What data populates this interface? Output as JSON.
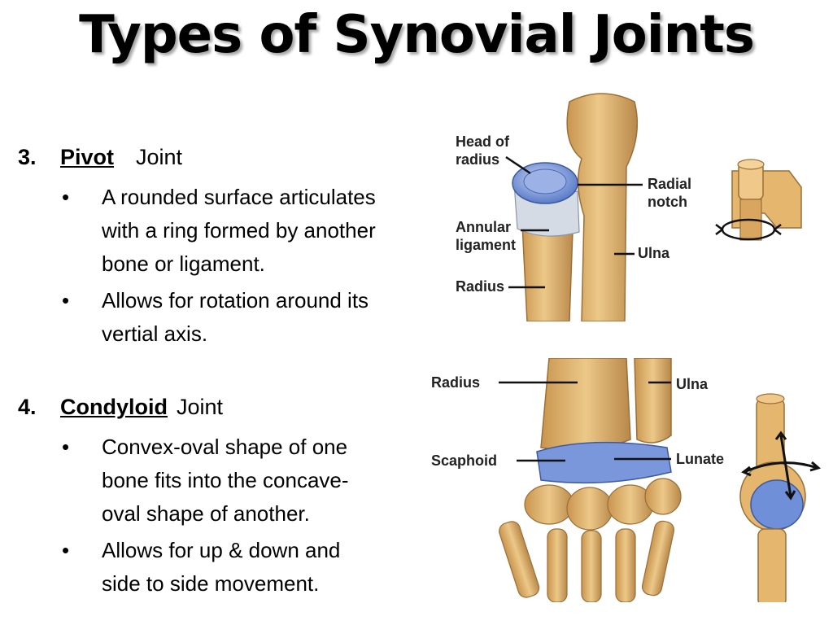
{
  "title": "Types of Synovial Joints",
  "sections": [
    {
      "number": "3.",
      "term": "Pivot",
      "suffix": " Joint",
      "bullets": [
        [
          "A rounded surface articulates",
          "with a ring formed by another",
          "bone or ligament."
        ],
        [
          "Allows for rotation around its",
          "vertial axis."
        ]
      ]
    },
    {
      "number": "4.",
      "term": "Condyloid",
      "suffix": "  Joint",
      "bullets": [
        [
          "Convex-oval shape of one",
          "bone fits into the concave-",
          "oval shape of another."
        ],
        [
          "Allows for up & down and",
          "side to side movement."
        ]
      ]
    }
  ],
  "bullet_char": "•",
  "figure_pivot": {
    "labels": {
      "head_of_radius_1": "Head of",
      "head_of_radius_2": "radius",
      "radial_notch_1": "Radial",
      "radial_notch_2": "notch",
      "annular_ligament_1": "Annular",
      "annular_ligament_2": "ligament",
      "ulna": "Ulna",
      "radius": "Radius"
    }
  },
  "figure_condyloid": {
    "labels": {
      "radius": "Radius",
      "ulna": "Ulna",
      "scaphoid": "Scaphoid",
      "lunate": "Lunate"
    }
  },
  "colors": {
    "bone": "#e2b773",
    "bone_dark": "#b8884a",
    "cartilage": "#6f8fd8",
    "ligament": "#c9d2dc"
  }
}
